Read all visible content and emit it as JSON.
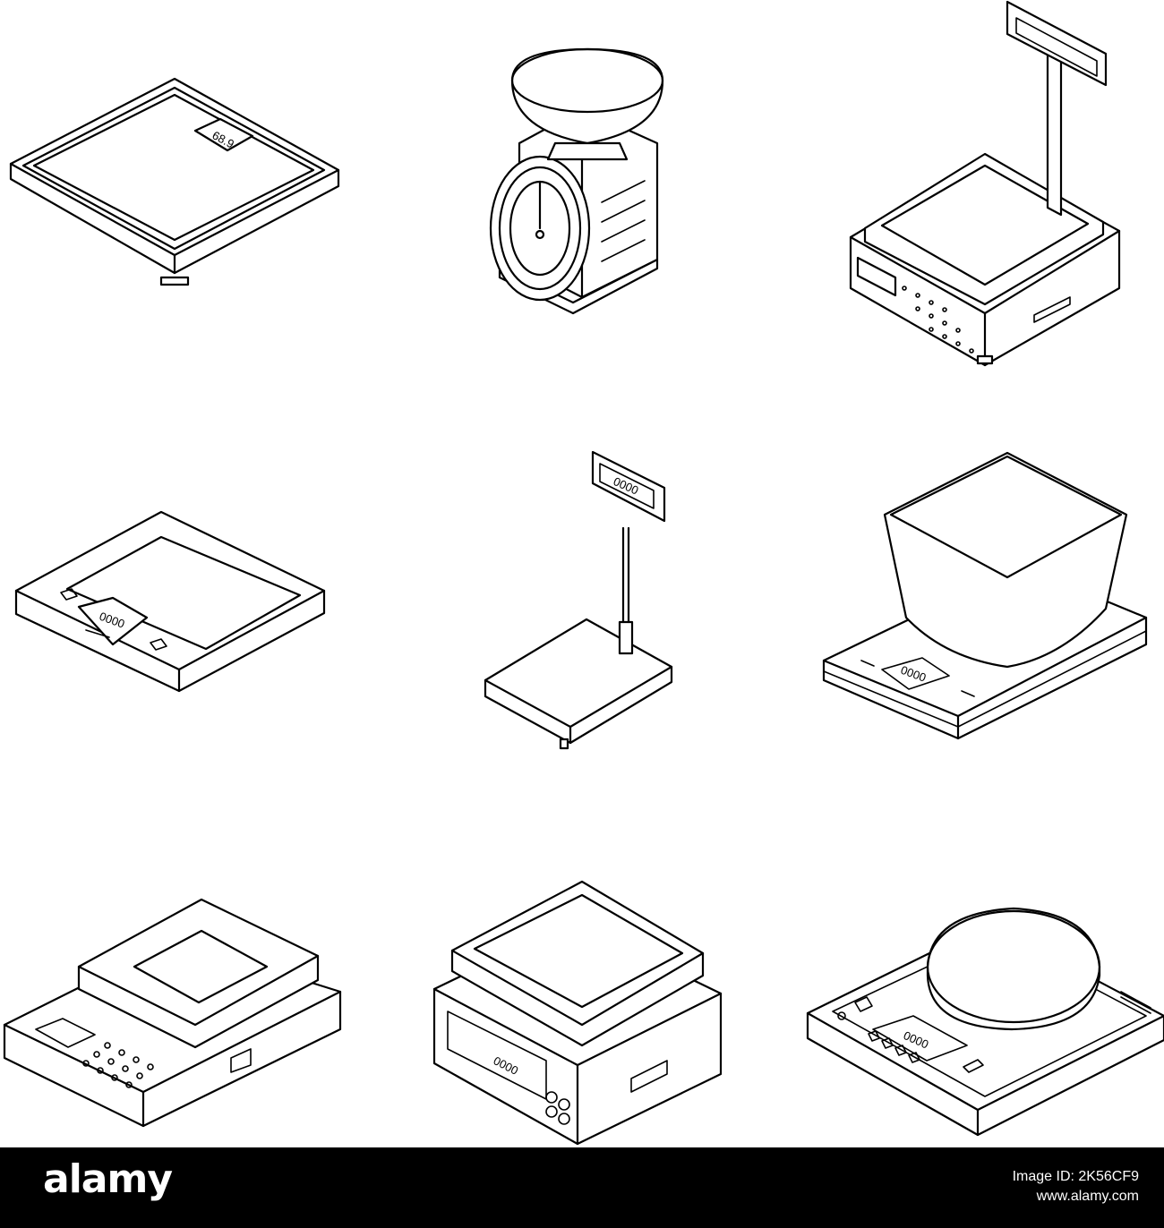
{
  "icons": [
    {
      "name": "bathroom-scale-icon",
      "display": "68.9"
    },
    {
      "name": "mechanical-kitchen-scale-icon"
    },
    {
      "name": "pole-display-counter-scale-icon"
    },
    {
      "name": "digital-kitchen-scale-icon",
      "display": "0000"
    },
    {
      "name": "platform-pole-scale-icon",
      "display": "0000"
    },
    {
      "name": "bowl-digital-scale-icon",
      "display": "0000"
    },
    {
      "name": "keypad-bench-scale-icon"
    },
    {
      "name": "box-counter-scale-icon",
      "display": "0000"
    },
    {
      "name": "precision-round-pan-scale-icon",
      "display": "0000"
    }
  ],
  "footer": {
    "brand": "alamy",
    "image_id_line": "Image ID: 2K56CF9",
    "url_line": "www.alamy.com"
  },
  "colors": {
    "line": "#000000",
    "background": "#ffffff",
    "footer": "#000000"
  }
}
